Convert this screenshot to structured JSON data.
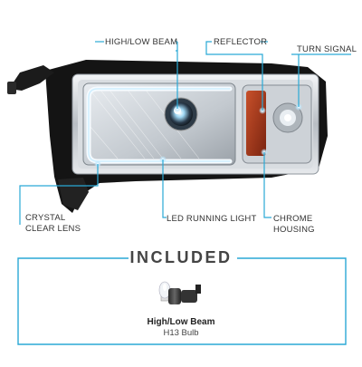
{
  "callouts": {
    "high_low_beam": "HIGH/LOW BEAM",
    "reflector": "REFLECTOR",
    "turn_signal": "TURN SIGNAL",
    "crystal_line1": "CRYSTAL",
    "crystal_line2": "CLEAR LENS",
    "led_running_light": "LED RUNNING LIGHT",
    "chrome_line1": "CHROME",
    "chrome_line2": "HOUSING"
  },
  "included": {
    "title": "INCLUDED",
    "bulb_name": "High/Low Beam",
    "bulb_type": "H13 Bulb"
  },
  "colors": {
    "accent": "#2aa9d6",
    "housing": "#1a1a1a",
    "chrome": "#c8ccd0"
  }
}
